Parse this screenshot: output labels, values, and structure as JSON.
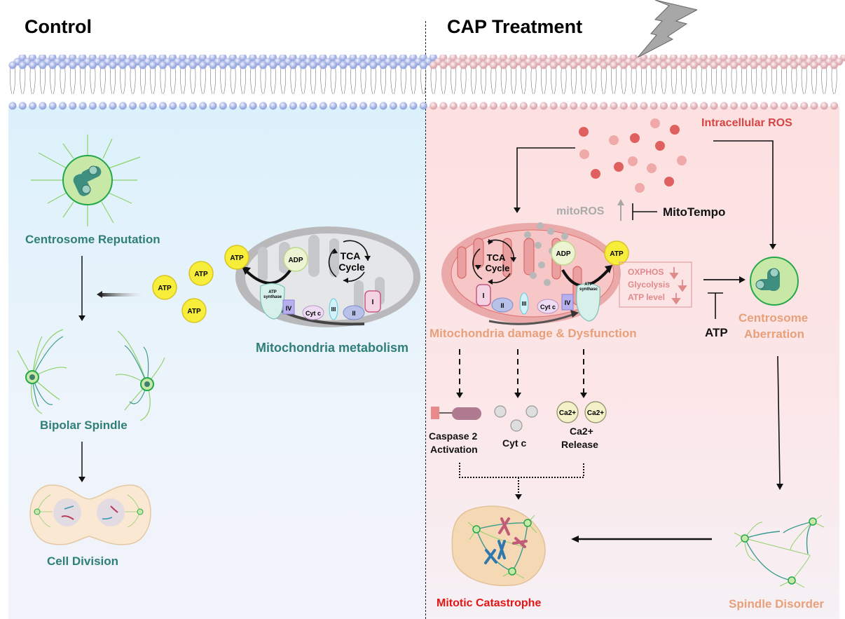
{
  "panels": {
    "control": {
      "title": "Control",
      "labels": {
        "centrosome": "Centrosome Reputation",
        "bipolar_spindle": "Bipolar Spindle",
        "cell_division": "Cell Division",
        "mito_metabolism": "Mitochondria metabolism"
      },
      "mitochondrion": {
        "atp": "ATP",
        "adp": "ADP",
        "tca": [
          "TCA",
          "Cycle"
        ],
        "atp_synthase": [
          "ATP",
          "synthase"
        ],
        "complexes": [
          "IV",
          "Cyt c",
          "III",
          "II",
          "I"
        ]
      },
      "free_atp": [
        "ATP",
        "ATP",
        "ATP"
      ]
    },
    "cap": {
      "title": "CAP Treatment",
      "labels": {
        "ros": "Intracellular ROS",
        "mitoros": "mitoROS",
        "mitotempo": "MitoTempo",
        "mito_damage": "Mitochondria damage & Dysfunction",
        "centrosome": [
          "Centrosome",
          "Aberration"
        ],
        "atp_inhibitor": "ATP",
        "caspase": [
          "Caspase 2",
          "Activation"
        ],
        "cytc": "Cyt c",
        "ca_release": [
          "Ca2+",
          "Release"
        ],
        "ca_ion": "Ca2+",
        "spindle_disorder": "Spindle Disorder",
        "mitotic_catastrophe": "Mitotic Catastrophe"
      },
      "mitochondrion": {
        "atp": "ATP",
        "adp": "ADP",
        "tca": [
          "TCA",
          "Cycle"
        ],
        "atp_synthase": [
          "ATP",
          "synthasc"
        ],
        "complexes": [
          "I",
          "II",
          "III",
          "Cyt c",
          "IV"
        ]
      },
      "metabolic_box": [
        "OXPHOS",
        "Glycolysis",
        "ATP level"
      ]
    }
  },
  "colors": {
    "control_bg": "#dcf2fb",
    "cap_bg": "#fde0e0",
    "teal_text": "#2f7f78",
    "orange_text": "#e7a07a",
    "red_text": "#d02a2a",
    "atp_yellow": "#f7ee3c"
  }
}
